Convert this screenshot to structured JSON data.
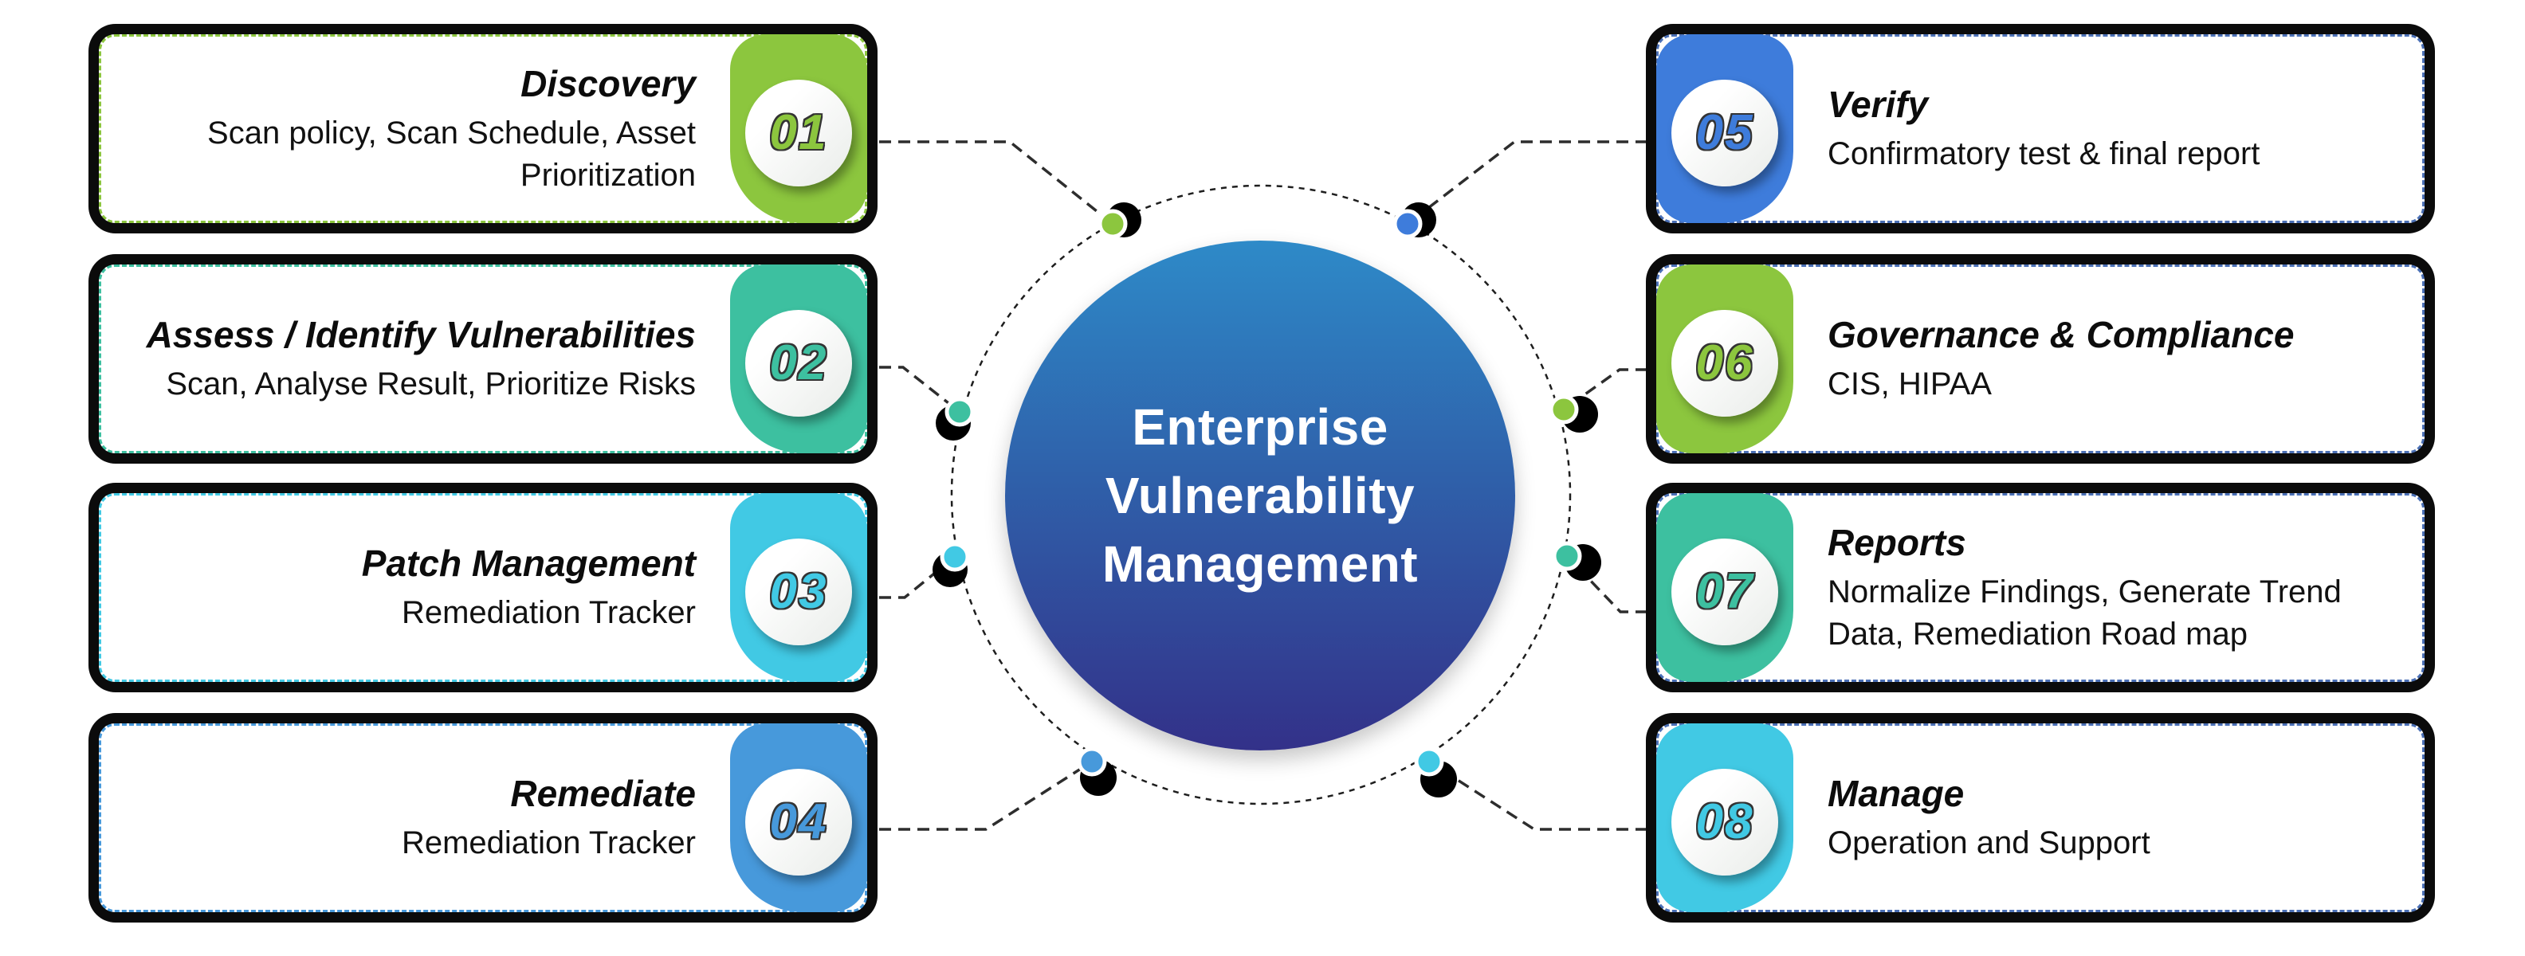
{
  "center": {
    "lines": [
      "Enterprise",
      "Vulnerability",
      "Management"
    ]
  },
  "steps": [
    {
      "number": "01",
      "title": "Discovery",
      "body": "Scan policy, Scan Schedule, Asset Prioritization",
      "color": "#8CC63E"
    },
    {
      "number": "02",
      "title": "Assess / Identify Vulnerabilities",
      "body": "Scan, Analyse Result, Prioritize Risks",
      "color": "#3DC0A0"
    },
    {
      "number": "03",
      "title": "Patch Management",
      "body": "Remediation Tracker",
      "color": "#41C9E4"
    },
    {
      "number": "04",
      "title": "Remediate",
      "body": "Remediation Tracker",
      "color": "#4799DB"
    },
    {
      "number": "05",
      "title": "Verify",
      "body": "Confirmatory test & final report",
      "color": "#3E7CDB"
    },
    {
      "number": "06",
      "title": "Governance & Compliance",
      "body": "CIS, HIPAA",
      "color": "#8CC63E"
    },
    {
      "number": "07",
      "title": "Reports",
      "body": "Normalize Findings, Generate Trend Data, Remediation Road map",
      "color": "#3DC0A0"
    },
    {
      "number": "08",
      "title": "Manage",
      "body": "Operation and Support",
      "color": "#41C9E4"
    }
  ],
  "colors": {
    "right_box_dash": "#4A6FB5",
    "connector_line": "#2D2D2D",
    "orbit_stroke": "#1E1E1E",
    "hub_gradient_top": "#2E8AC8",
    "hub_gradient_bottom": "#333189",
    "card_border": "#0B0B0B"
  }
}
